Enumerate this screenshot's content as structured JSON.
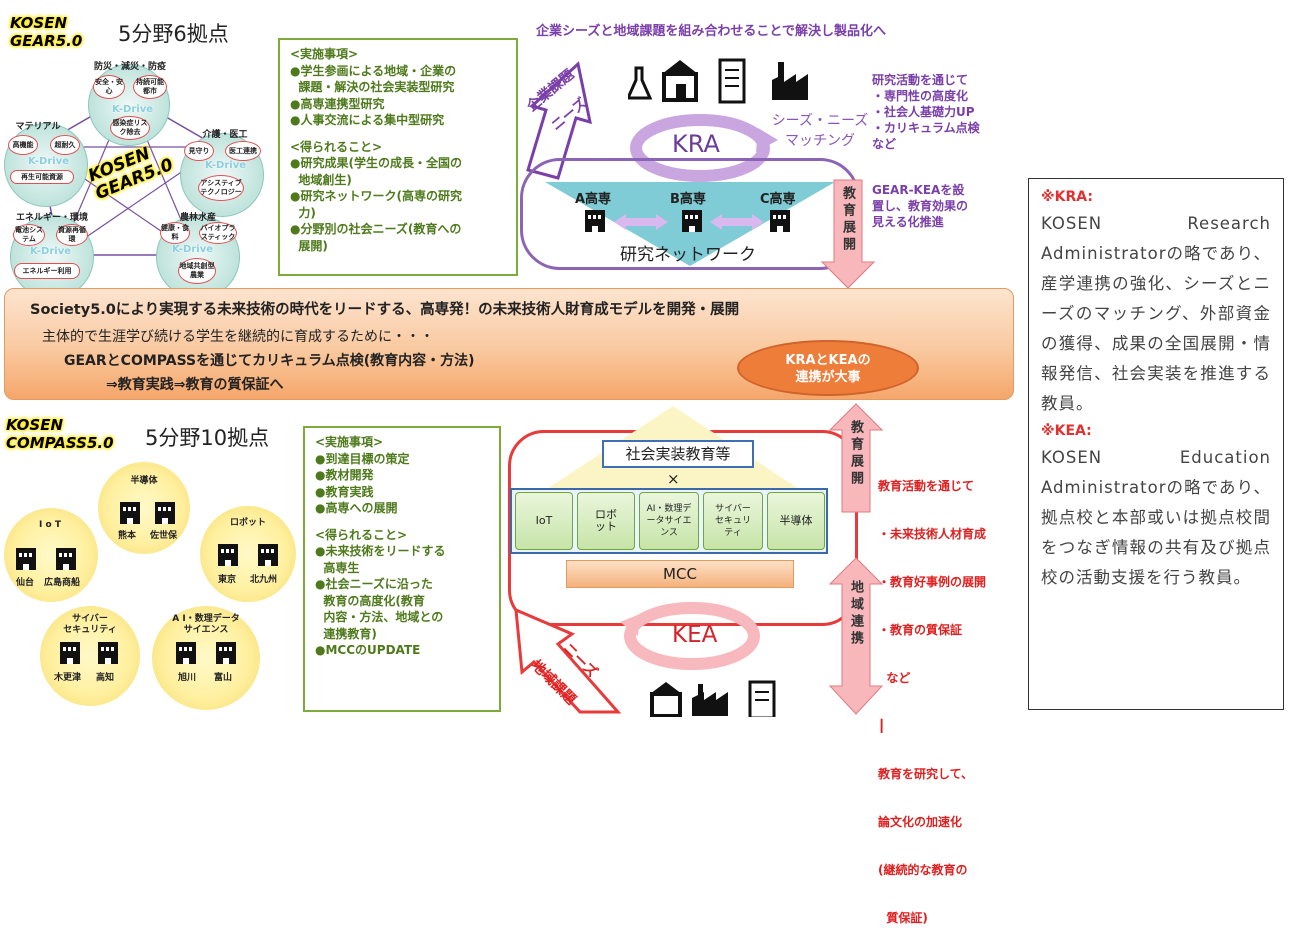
{
  "gear": {
    "brand_line1": "KOSEN",
    "brand_line2": "GEAR5.0",
    "title": "5分野6拠点",
    "center_line1": "KOSEN",
    "center_line2": "GEAR5.0",
    "kdrive": "K-Drive",
    "fields": [
      {
        "name": "防災・減災・防疫",
        "chips": [
          "安全・安心",
          "持続可能都市",
          "感染症リスク除去"
        ]
      },
      {
        "name": "介護・医工",
        "chips": [
          "見守り",
          "医工連携",
          "アシスティブテクノロジー"
        ]
      },
      {
        "name": "農林水産",
        "chips": [
          "健康・食料",
          "バイオプラスティック",
          "地域共創型農業"
        ]
      },
      {
        "name": "エネルギー・環境",
        "chips": [
          "電池システム",
          "資源再循環",
          "エネルギー利用"
        ]
      },
      {
        "name": "マテリアル",
        "chips": [
          "高機能",
          "超耐久",
          "再生可能資源"
        ]
      }
    ],
    "box_lines": [
      "<実施事項>",
      "●学生参画による地域・企業の",
      "  課題・解決の社会実装型研究",
      "●高専連携型研究",
      "●人事交流による集中型研究",
      "",
      "<得られること>",
      "●研究成果(学生の成長・全国の",
      "  地域創生)",
      "●研究ネットワーク(高専の研究",
      "  力)",
      "●分野別の社会ニーズ(教育への",
      "  展開)"
    ]
  },
  "kra_section": {
    "top_caption": "企業シーズと地域課題を組み合わせることで解決し製品化へ",
    "arrow_label_1": "企業課題",
    "arrow_label_2": "ニーズ",
    "kra": "KRA",
    "matching_line1": "シーズ・ニーズ",
    "matching_line2": "マッチング",
    "research_lines": [
      "研究活動を通じて",
      "・専門性の高度化",
      "・社会人基礎力UP",
      "・カリキュラム点検",
      "など"
    ],
    "schools": [
      "A高専",
      "B高専",
      "C高専"
    ],
    "network": "研究ネットワーク",
    "education_deploy": "教育展開",
    "gear_kea": [
      "GEAR-KEAを設",
      "置し、教育効果の",
      "見える化推進"
    ]
  },
  "banner": {
    "title": "Society5.0により実現する未来技術の時代をリードする、高専発！の未来技術人財育成モデルを開発・展開",
    "line1": "主体的で生涯学び続ける学生を継続的に育成するために・・・",
    "line2": "GEARとCOMPASSを通じてカリキュラム点検(教育内容・方法)",
    "line3": "⇒教育実践⇒教育の質保証へ",
    "oval_line1": "KRAとKEAの",
    "oval_line2": "連携が大事"
  },
  "compass": {
    "brand_line1": "KOSEN",
    "brand_line2": "COMPASS5.0",
    "title": "5分野10拠点",
    "fields": [
      {
        "name": "半導体",
        "schools": [
          "熊本",
          "佐世保"
        ]
      },
      {
        "name": "I o T",
        "schools": [
          "仙台",
          "広島商船"
        ]
      },
      {
        "name": "ロボット",
        "schools": [
          "東京",
          "北九州"
        ]
      },
      {
        "name": "サイバー\nセキュリティ",
        "schools": [
          "木更津",
          "高知"
        ]
      },
      {
        "name": "A I・数理データ\nサイエンス",
        "schools": [
          "旭川",
          "富山"
        ]
      }
    ],
    "box_lines": [
      "<実施事項>",
      "●到達目標の策定",
      "●教材開発",
      "●教育実践",
      "●高専への展開",
      "",
      "<得られること>",
      "●未来技術をリードする",
      "  高専生",
      "●社会ニーズに沿った",
      "  教育の高度化(教育",
      "  内容・方法、地域との",
      "  連携教育)",
      "●MCCのUPDATE"
    ]
  },
  "kea_section": {
    "social": "社会実装教育等",
    "times": "×",
    "fields": [
      "IoT",
      "ロボット",
      "AI・数理データサイエンス",
      "サイバーセキュリティ",
      "半導体"
    ],
    "mcc": "MCC",
    "kea": "KEA",
    "education_deploy": "教育展開",
    "regional": "地域連携",
    "edu_lines": [
      "教育活動を通じて",
      "・未来技術人材育成",
      "・教育好事例の展開",
      "・教育の質保証",
      "  など",
      "┃",
      "教育を研究して、",
      "論文化の加速化",
      "(継続的な教育の",
      "  質保証)"
    ],
    "arrow_label_1": "ニーズ",
    "arrow_label_2": "地域課題"
  },
  "sidebar": {
    "kra_head": "※KRA:",
    "kra_body": "KOSEN Research Administratorの略であり、産学連携の強化、シーズとニーズのマッチング、外部資金の獲得、成果の全国展開・情報発信、社会実装を推進する教員。",
    "kea_head": "※KEA:",
    "kea_body": "KOSEN Education Administratorの略であり、拠点校と本部或いは拠点校間をつなぎ情報の共有及び拠点校の活動支援を行う教員。"
  }
}
